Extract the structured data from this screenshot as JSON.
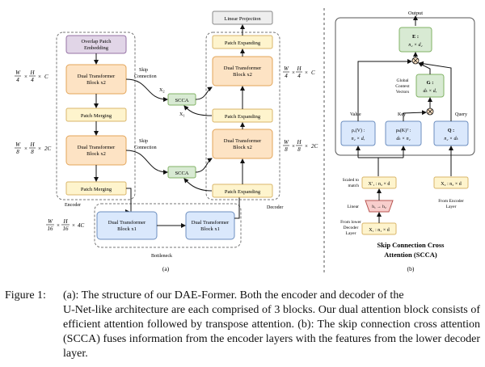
{
  "diagram_a": {
    "label": "(a)",
    "top": "Linear Projection",
    "encoder": {
      "region_label": "Encoder",
      "overlap": [
        "Overlap Patch",
        "Embedding"
      ],
      "dual1": [
        "Dual Transformer",
        "Block x2"
      ],
      "merge1": "Patch Merging",
      "dual2": [
        "Dual Transformer",
        "Block x2"
      ],
      "merge2": "Patch Merging"
    },
    "decoder": {
      "region_label": "Decoder",
      "expand_top": "Patch Expanding",
      "dual_top": [
        "Dual Transformer",
        "Block x2"
      ],
      "expand_mid": "Patch Expanding",
      "dual_mid": [
        "Dual Transformer",
        "Block x2"
      ],
      "expand_bot": "Patch Expanding"
    },
    "bottleneck": {
      "region_label": "Bottleneck",
      "block_left": [
        "Dual Transformer",
        "Block x1"
      ],
      "block_right": [
        "Dual Transformer",
        "Block x1"
      ]
    },
    "scca": "SCCA",
    "skip": [
      "Skip",
      "Connection"
    ],
    "x2": "X",
    "x2_sub": "2",
    "x1": "X",
    "x1_sub": "1",
    "dims_enc": [
      {
        "w": "W",
        "h": "H",
        "d": "4",
        "c": "C"
      },
      {
        "w": "W",
        "h": "H",
        "d": "8",
        "c": "2C"
      }
    ],
    "dims_bot": {
      "w": "W",
      "h": "H",
      "d": "16",
      "c": "4C"
    },
    "dims_dec": [
      {
        "w": "W",
        "h": "H",
        "d": "4",
        "c": "C"
      },
      {
        "w": "W",
        "h": "H",
        "d": "8",
        "c": "2C"
      }
    ]
  },
  "diagram_b": {
    "label": "(b)",
    "title": [
      "Skip Connection Cross",
      "Attention  (SCCA)"
    ],
    "output": "Output",
    "E": {
      "name": "E :",
      "dims": "n₂ × d₂"
    },
    "G": {
      "name": "G :",
      "dims": "dₖ × dᵥ"
    },
    "global_ctx": [
      "Global",
      "Context",
      "Vectors"
    ],
    "value": "Value",
    "key": "Key",
    "query": "Query",
    "rho_v": {
      "name": "ρᵥ(V) :",
      "dims": "n₂ × dᵥ"
    },
    "rho_k": {
      "name": "ρₖ(K)ᵀ :",
      "dims": "dₖ × n₂"
    },
    "Q": {
      "name": "Q :",
      "dims": "n₂ × dₖ"
    },
    "scaled": [
      "Scaled to",
      "match"
    ],
    "x1p": "X′₁ : n₂ × d",
    "linear": "Linear",
    "h": "h₁ → h₂",
    "x1": "X₁ : n₁ × d",
    "from_lower": [
      "From lower",
      "Decoder",
      "Layer"
    ],
    "x2": "X₂ : n₂ × d",
    "from_encoder": [
      "From Encoder",
      "Layer"
    ]
  },
  "caption": {
    "label": "Figure 1:",
    "line1": "(a):  The structure of our DAE-Former.  Both the encoder and decoder of the",
    "rest": "U-Net-like architecture are each comprised of 3 blocks. Our dual attention block consists of efficient attention followed by transpose attention.  (b):  The skip connection cross attention (SCCA) fuses information from the encoder layers with the features from the lower decoder layer."
  },
  "colors": {
    "orange_fill": "#fde3c4",
    "orange_stroke": "#e3a458",
    "yellow_fill": "#fef4cd",
    "yellow_stroke": "#d9b66a",
    "green_fill": "#d8ead3",
    "green_stroke": "#82b366",
    "blue_fill": "#dae8fc",
    "blue_stroke": "#6c8ebf",
    "purple_fill": "#e1d5e7",
    "purple_stroke": "#9673a6",
    "red_fill": "#f8cecc",
    "red_stroke": "#b85450"
  }
}
